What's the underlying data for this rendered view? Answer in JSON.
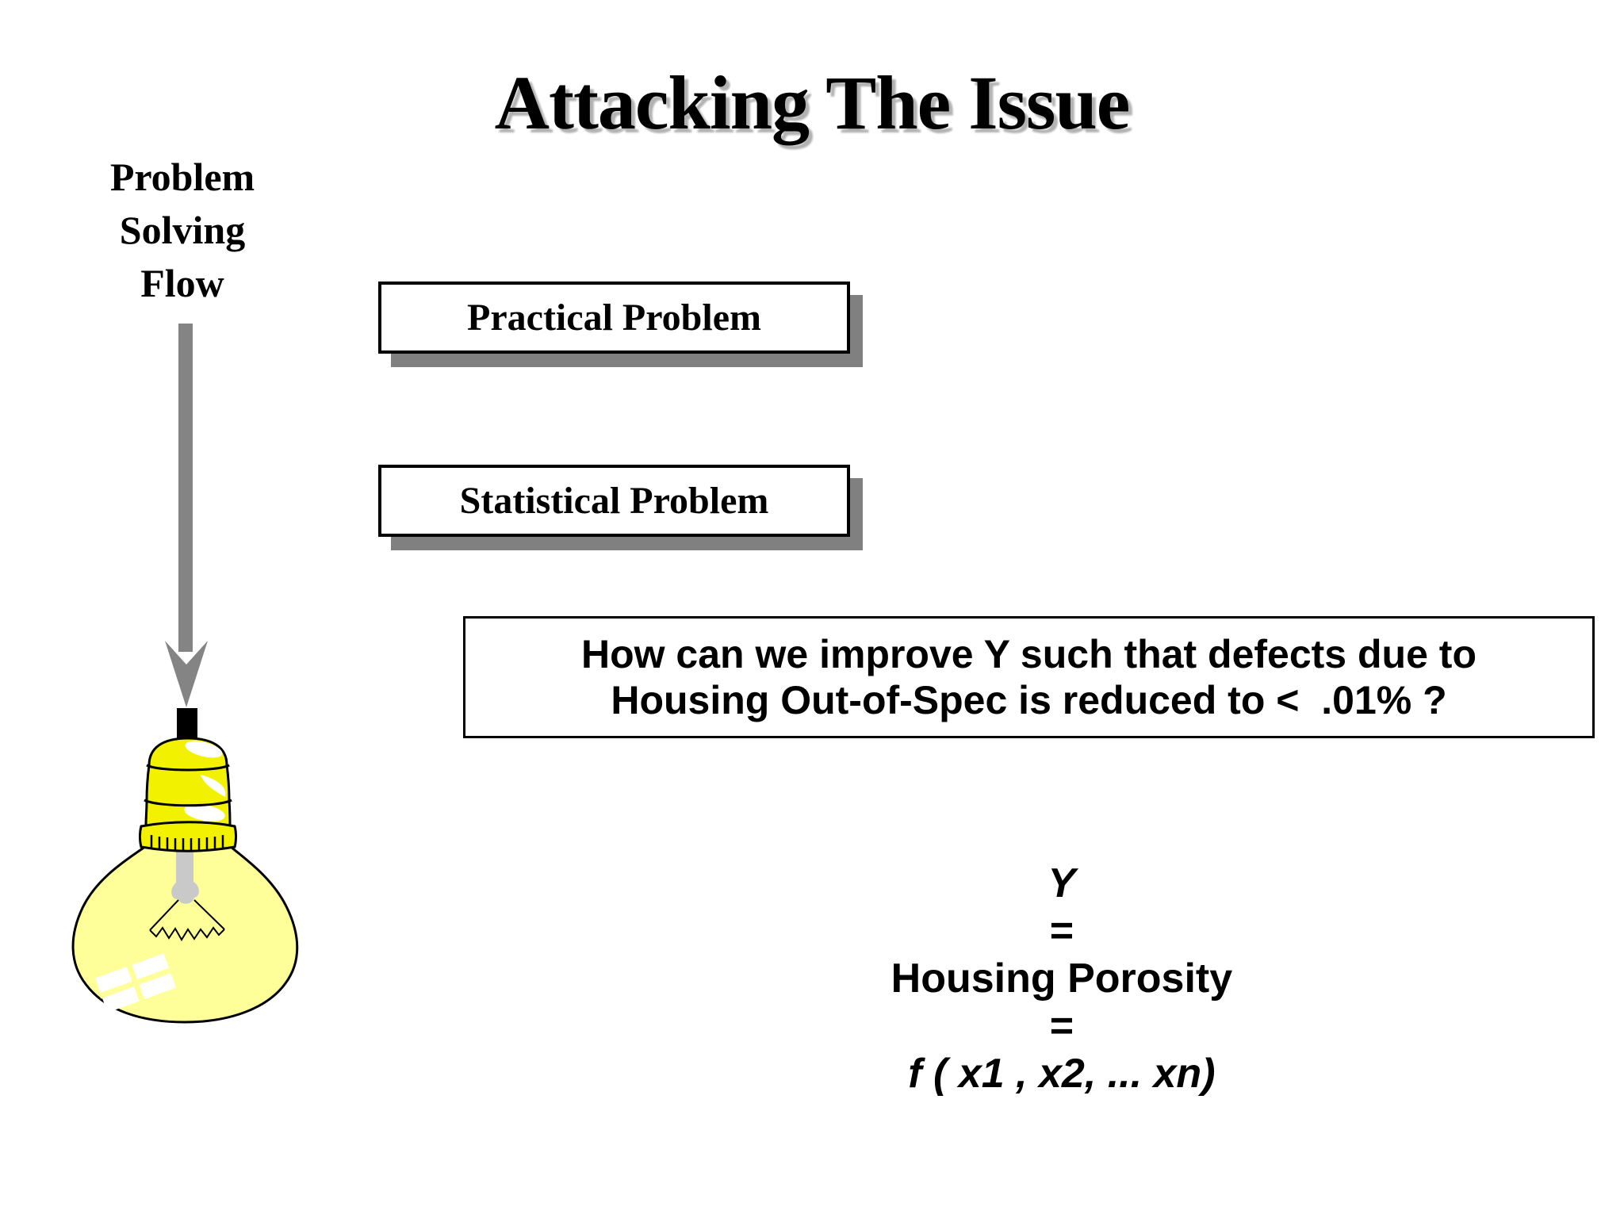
{
  "slide": {
    "title": "Attacking The Issue",
    "background_color": "#ffffff"
  },
  "flow_label": {
    "lines": [
      "Problem",
      "Solving",
      "Flow"
    ]
  },
  "boxes": {
    "practical": "Practical Problem",
    "statistical": "Statistical Problem",
    "question": {
      "line1": "How can we improve Y such that defects due to",
      "line2": "Housing Out-of-Spec is reduced to <  .01% ?"
    }
  },
  "formula": {
    "y": "Y",
    "eq1": "=",
    "middle": "Housing Porosity",
    "eq2": "=",
    "fx": "f ( x1 , x2, ... xn)"
  },
  "icons": {
    "flow_arrow": "down-arrow-icon",
    "bulb": "lightbulb-icon"
  },
  "colors": {
    "arrow_gray": "#848484",
    "box_shadow_gray": "#808080",
    "title_shadow_gray": "#b2b2b2",
    "bulb_cap_yellow": "#f2f200",
    "bulb_globe_yellow": "#ffff99",
    "bulb_stem_gray": "#c9c9c9",
    "outline_black": "#000000"
  }
}
